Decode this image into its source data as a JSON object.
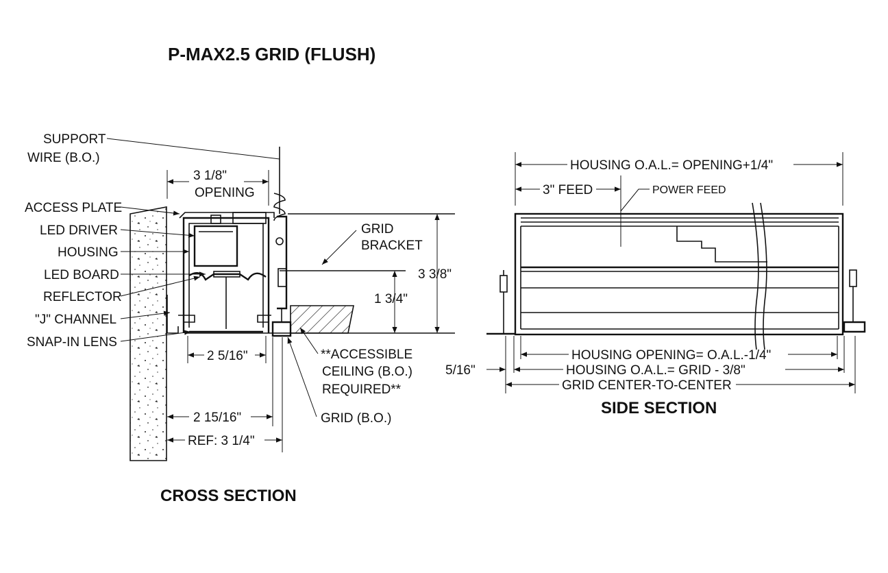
{
  "title": "P-MAX2.5 GRID (FLUSH)",
  "cross_section": {
    "heading": "CROSS SECTION",
    "labels": {
      "support_wire_1": "SUPPORT",
      "support_wire_2": "WIRE (B.O.)",
      "access_plate": "ACCESS PLATE",
      "led_driver": "LED DRIVER",
      "housing": "HOUSING",
      "led_board": "LED BOARD",
      "reflector": "REFLECTOR",
      "j_channel": "\"J\" CHANNEL",
      "snap_in_lens": "SNAP-IN LENS",
      "grid_bracket_1": "GRID",
      "grid_bracket_2": "BRACKET",
      "accessible_1": "**ACCESSIBLE",
      "accessible_2": "CEILING (B.O.)",
      "accessible_3": "REQUIRED**",
      "grid": "GRID  (B.O.)"
    },
    "dimensions": {
      "opening_value": "3 1/8\"",
      "opening_label": "OPENING",
      "overall_height": "3 3/8\"",
      "lower_height": "1 3/4\"",
      "lens_width": "2 5/16\"",
      "body_width": "2 15/16\"",
      "ref_width": "REF: 3 1/4\""
    }
  },
  "side_section": {
    "heading": "SIDE SECTION",
    "labels": {
      "power_feed": "POWER FEED"
    },
    "dimensions": {
      "housing_oal": "HOUSING O.A.L.= OPENING+1/4\"",
      "feed": "3\" FEED",
      "housing_opening": "HOUSING OPENING= O.A.L.-1/4\"",
      "housing_oal_grid": "HOUSING O.A.L.= GRID - 3/8\"",
      "grid_ctc": "GRID CENTER-TO-CENTER",
      "offset": "5/16\""
    }
  }
}
